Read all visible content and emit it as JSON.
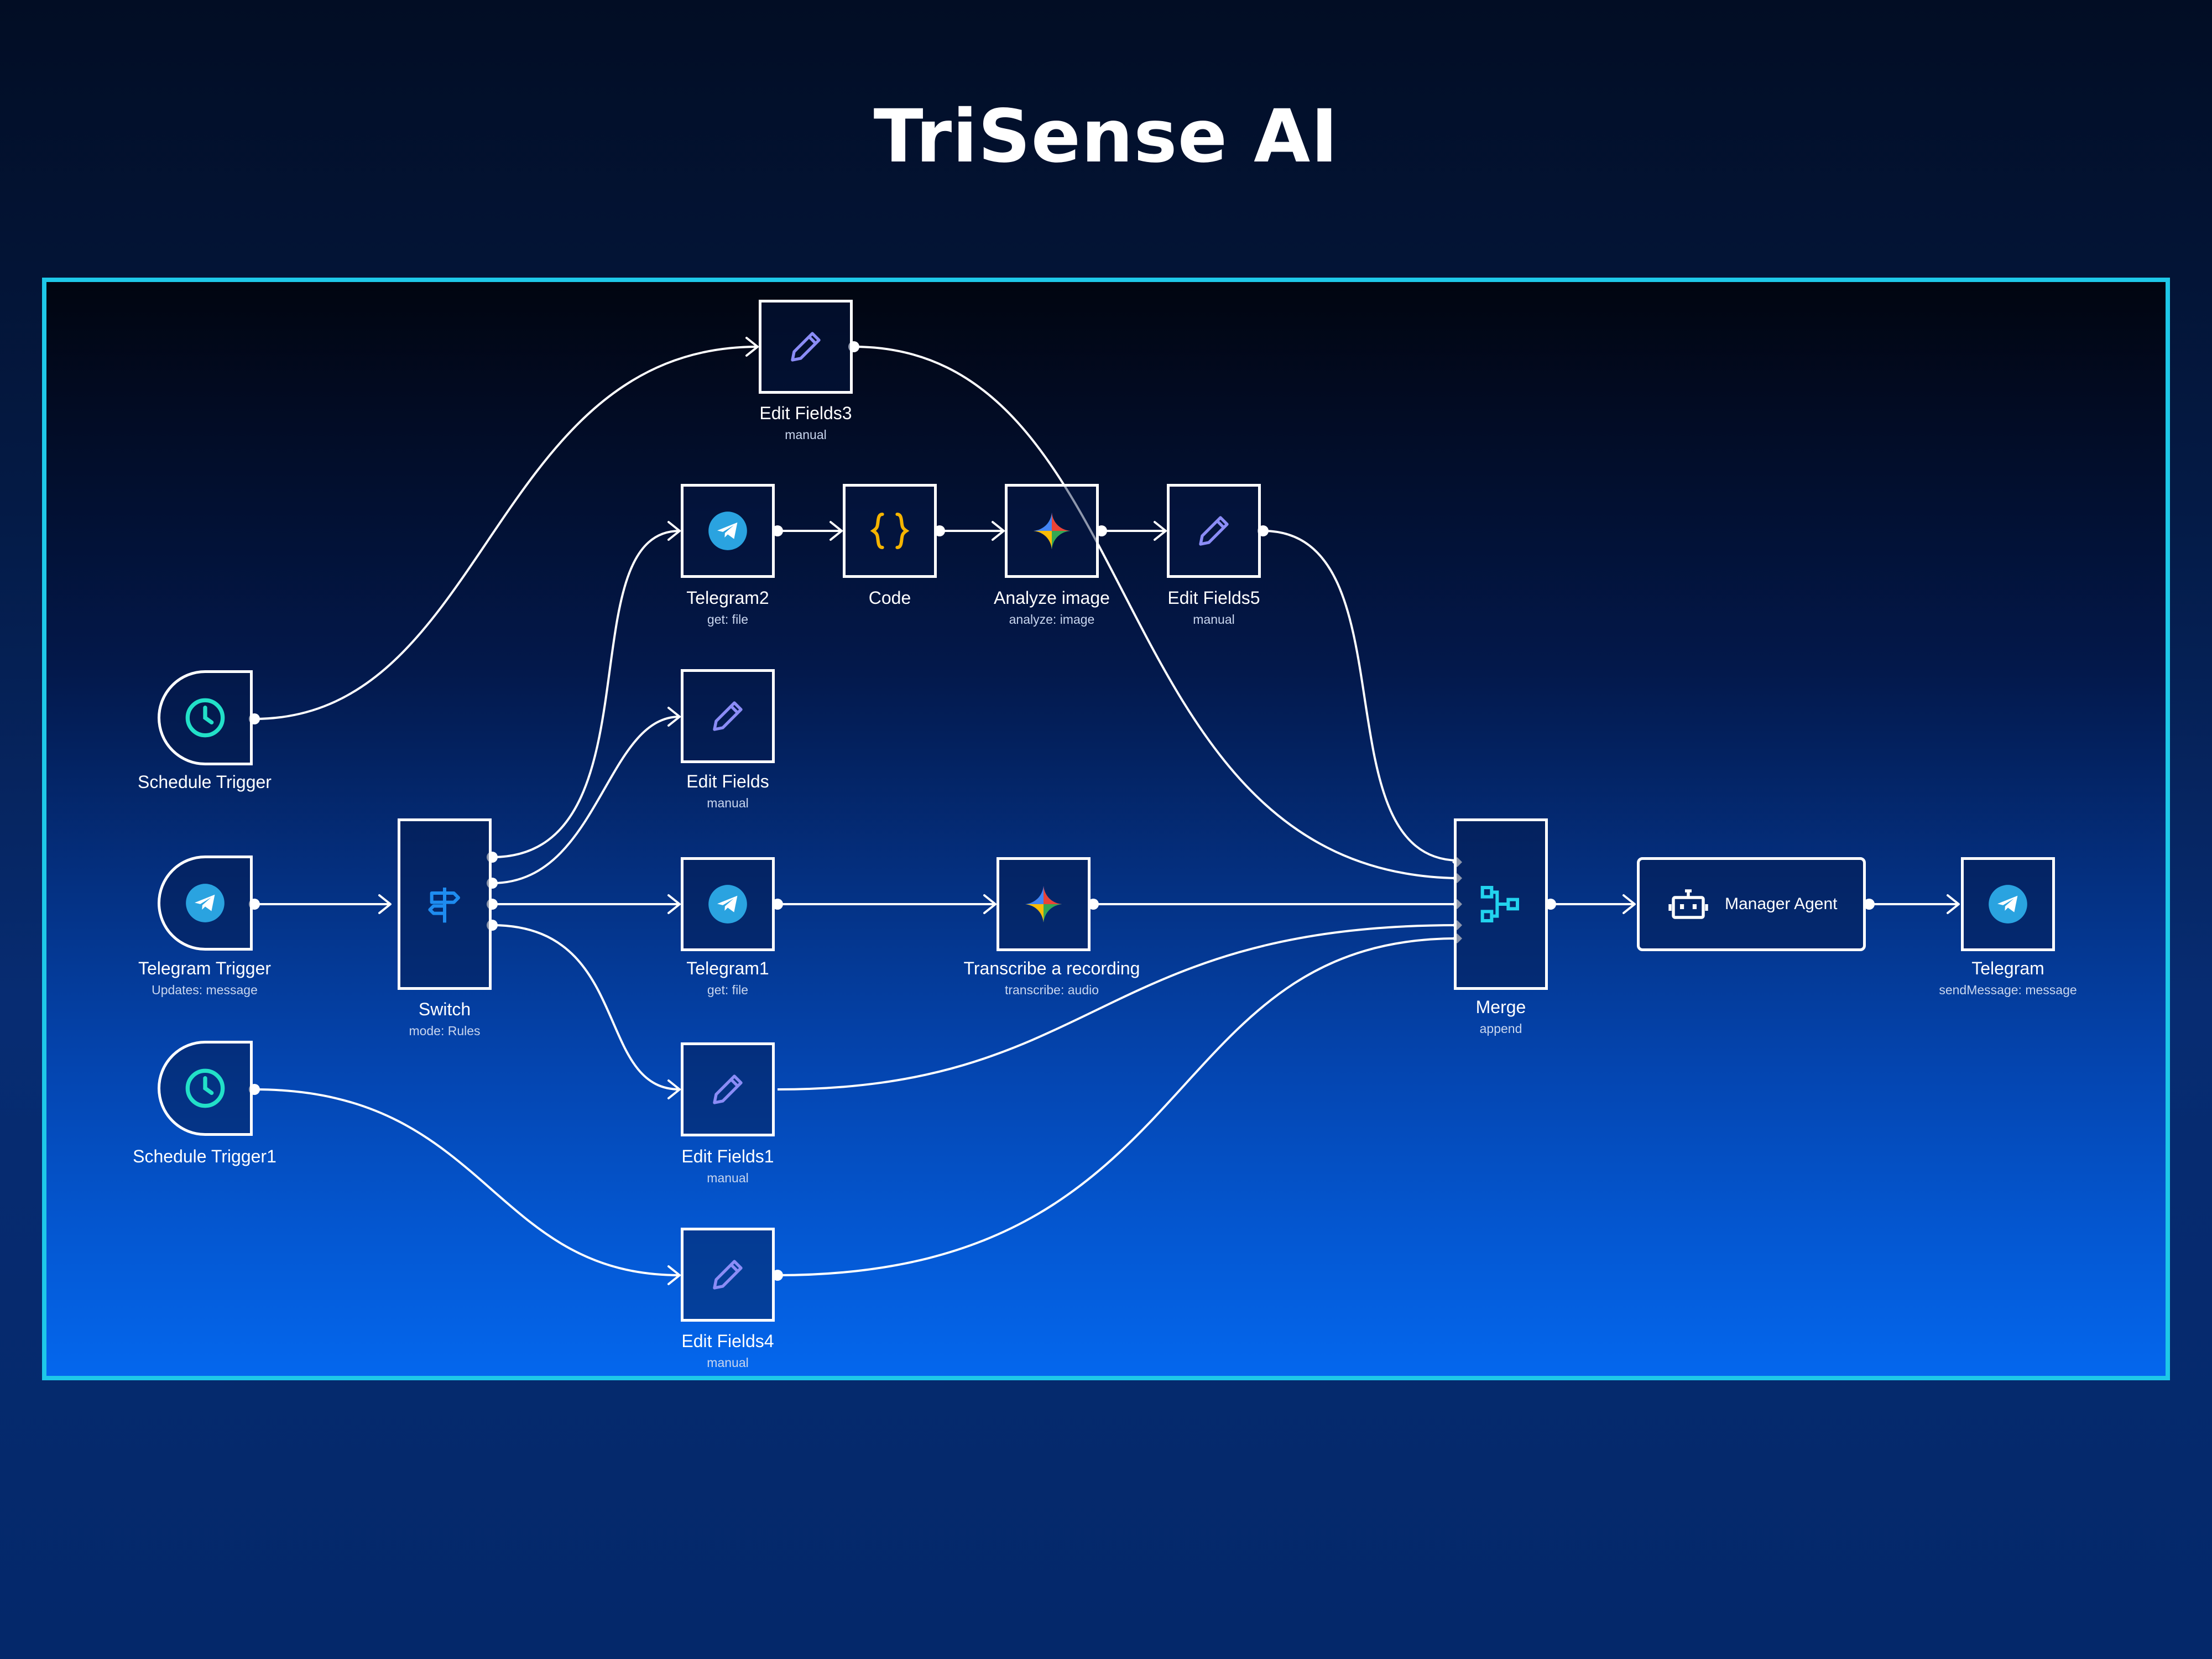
{
  "page": {
    "title": "TriSense AI"
  },
  "nodes": {
    "edit_fields3": {
      "label": "Edit Fields3",
      "sub": "manual"
    },
    "telegram2": {
      "label": "Telegram2",
      "sub": "get: file"
    },
    "code": {
      "label": "Code",
      "sub": ""
    },
    "analyze_image": {
      "label": "Analyze image",
      "sub": "analyze: image"
    },
    "edit_fields5": {
      "label": "Edit Fields5",
      "sub": "manual"
    },
    "schedule_trigger": {
      "label": "Schedule Trigger",
      "sub": ""
    },
    "edit_fields": {
      "label": "Edit Fields",
      "sub": "manual"
    },
    "telegram_trigger": {
      "label": "Telegram Trigger",
      "sub": "Updates: message"
    },
    "switch": {
      "label": "Switch",
      "sub": "mode: Rules"
    },
    "telegram1": {
      "label": "Telegram1",
      "sub": "get: file"
    },
    "transcribe": {
      "label": "Transcribe a recording",
      "sub": "transcribe: audio"
    },
    "merge": {
      "label": "Merge",
      "sub": "append"
    },
    "manager_agent": {
      "label": "Manager Agent",
      "sub": ""
    },
    "telegram": {
      "label": "Telegram",
      "sub": "sendMessage: message"
    },
    "schedule_trigger1": {
      "label": "Schedule Trigger1",
      "sub": ""
    },
    "edit_fields1": {
      "label": "Edit Fields1",
      "sub": "manual"
    },
    "edit_fields4": {
      "label": "Edit Fields4",
      "sub": "manual"
    }
  },
  "icons": {
    "pencil": "pencil-icon",
    "telegram": "telegram-icon",
    "code": "code-braces-icon",
    "gemini": "gemini-sparkle-icon",
    "clock": "clock-icon",
    "switch": "signpost-icon",
    "merge": "merge-icon",
    "robot": "robot-icon"
  },
  "colors": {
    "accent_border": "#1ec8e8",
    "pencil": "#8b8cf6",
    "telegram": "#2aa3e0",
    "code": "#f5b400",
    "clock": "#22e0c8",
    "switch": "#1e8cf0",
    "merge": "#22d3ee"
  }
}
